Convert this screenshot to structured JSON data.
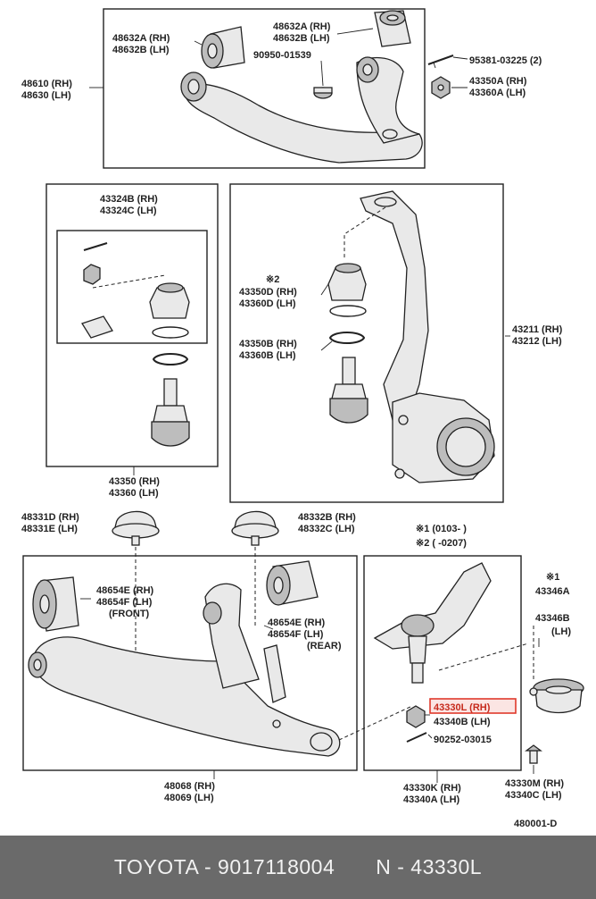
{
  "labels": {
    "upper_arm_rh": "48610 (RH)",
    "upper_arm_lh": "48630 (LH)",
    "bush_left_a": "48632A (RH)",
    "bush_left_b": "48632B (LH)",
    "bush_top_a": "48632A (RH)",
    "bush_top_b": "48632B (LH)",
    "plug": "90950-01539",
    "bolt_top": "95381-03225 (2)",
    "nut_top_a": "43350A (RH)",
    "nut_top_b": "43360A (LH)",
    "kit_rh": "43324B (RH)",
    "kit_lh": "43324C (LH)",
    "star2_a": "※2",
    "boot_rh": "43350D (RH)",
    "boot_lh": "43360D (LH)",
    "ring_rh": "43350B (RH)",
    "ring_lh": "43360B (LH)",
    "knuckle_rh": "43211 (RH)",
    "knuckle_lh": "43212 (LH)",
    "joint_rh": "43350 (RH)",
    "joint_lh": "43360 (LH)",
    "stopper_d_rh": "48331D (RH)",
    "stopper_e_lh": "48331E (LH)",
    "stopper_b_rh": "48332B (RH)",
    "stopper_c_lh": "48332C (LH)",
    "note1": "※1 (0103-       )",
    "note2": "※2 (         -0207)",
    "bushF_rh": "48654E (RH)",
    "bushF_lh": "48654F (LH)",
    "bushF_tag": "(FRONT)",
    "bushR_rh": "48654E (RH)",
    "bushR_lh": "48654F (LH)",
    "bushR_tag": "(REAR)",
    "star1": "※1",
    "seat_a": "43346A",
    "seat_b": "43346B",
    "seat_lh": "(LH)",
    "lower_arm_rh": "48068 (RH)",
    "lower_arm_lh": "48069 (LH)",
    "hl_rh": "43330L (RH)",
    "hl_lh": "43340B (LH)",
    "bolt_lower": "90252-03015",
    "lj_rh": "43330K (RH)",
    "lj_lh": "43340A (LH)",
    "bolt_m_rh": "43330M (RH)",
    "bolt_c_lh": "43340C (LH)",
    "figure_id": "480001-D"
  },
  "highlight_color": "#e0392b",
  "footer": {
    "left": "TOYOTA - 9017118004",
    "right": "N - 43330L"
  }
}
